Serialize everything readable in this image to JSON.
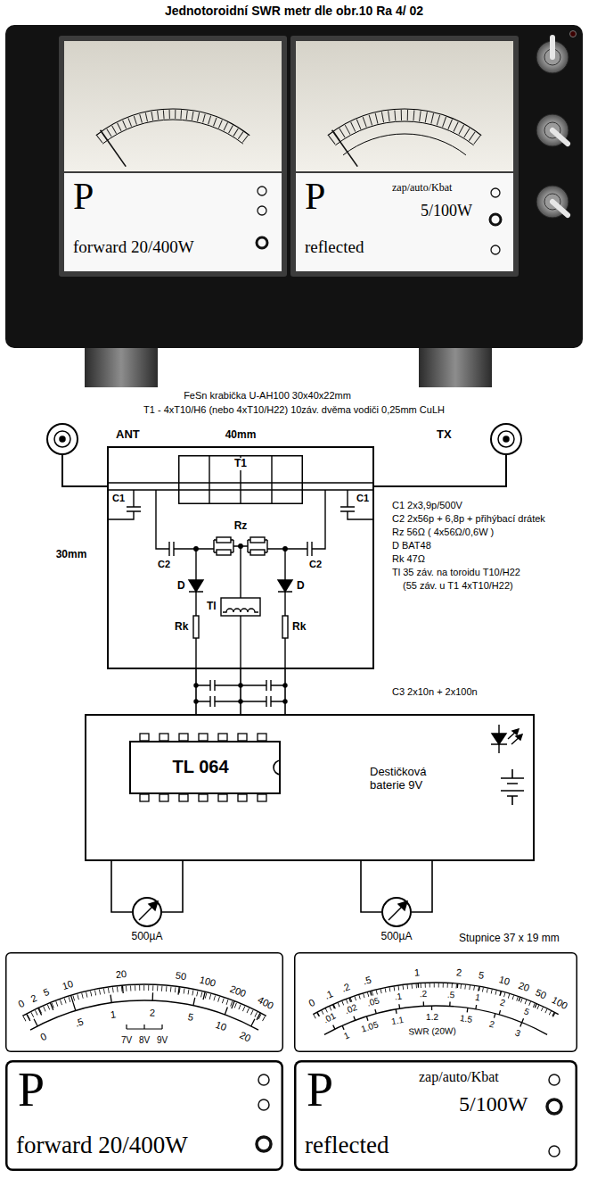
{
  "diagram": {
    "title": "Jednotoroidní SWR metr dle obr.10 Ra 4/ 02",
    "nodes": [
      {
        "text": [
          "P",
          "forward 20/400W"
        ]
      },
      {
        "text": [
          "P",
          "zap/auto/Kbat",
          "5/100W",
          "reflected"
        ]
      },
      {
        "text": [
          "ANT"
        ]
      },
      {
        "text": [
          "40mm"
        ]
      },
      {
        "text": [
          "TX"
        ]
      },
      {
        "text": [
          "T1"
        ],
        "in": 3
      },
      {
        "text": [
          "Destičková baterie 9V"
        ]
      },
      {
        "text": [
          "TL 064"
        ],
        "in": 6
      },
      {
        "text": [
          "500µA"
        ]
      },
      {
        "text": [
          "500µA"
        ]
      },
      {
        "text": [
          "0",
          "2",
          "5",
          "10",
          "20",
          "50",
          "100",
          "200",
          "400",
          "0",
          ".5",
          "1",
          "2",
          "5",
          "10",
          "20",
          "7V",
          "8V",
          "9V"
        ]
      },
      {
        "text": [
          "0",
          ".1",
          ".2",
          ".5",
          "1",
          "2",
          "5",
          "10",
          "20",
          "50",
          "100",
          ".01",
          ".02",
          ".05",
          ".1",
          ".2",
          ".5",
          "1",
          "2",
          "5",
          "1",
          "1.05",
          "1.1",
          "1.2",
          "1.5",
          "2",
          "3",
          "SWR (20W)"
        ]
      },
      {
        "text": [
          "P",
          "forward 20/400W"
        ]
      },
      {
        "text": [
          "P",
          "zap/auto/Kbat",
          "5/100W",
          "reflected"
        ]
      }
    ],
    "edges": [
      {
        "from": 2,
        "to": 3,
        "arrow": "none"
      },
      {
        "from": 4,
        "to": 3,
        "arrow": "none"
      },
      {
        "from": 3,
        "to": 6,
        "arrow": "none"
      },
      {
        "from": 3,
        "to": 6,
        "arrow": "none"
      },
      {
        "from": 3,
        "to": 6,
        "arrow": "none"
      },
      {
        "from": 6,
        "to": 8,
        "arrow": "none"
      },
      {
        "from": 6,
        "to": 9,
        "arrow": "none"
      }
    ],
    "labels": [
      "FeSn krabička U-AH100 30x40x22mm",
      "T1 - 4xT10/H6 (nebo 4xT10/H22) 10záv. dvěma vodiči 0,25mm CuLH",
      "30mm",
      "C1",
      "C1",
      "Rz",
      "C2",
      "C2",
      "D",
      "Tl",
      "D",
      "Rk",
      "Rk",
      "C1 2x3,9p/500V",
      "C2 2x56p + 6,8p + přihýbací drátek",
      "Rz 56Ω ( 4x56Ω/0,6W )",
      "D BAT48",
      "Rk 47Ω",
      "Tl 35 záv. na toroidu T10/H22",
      "(55 záv. u T1 4xT10/H22)",
      "C3 2x10n + 2x100n",
      "Stupnice 37 x 19 mm"
    ]
  }
}
